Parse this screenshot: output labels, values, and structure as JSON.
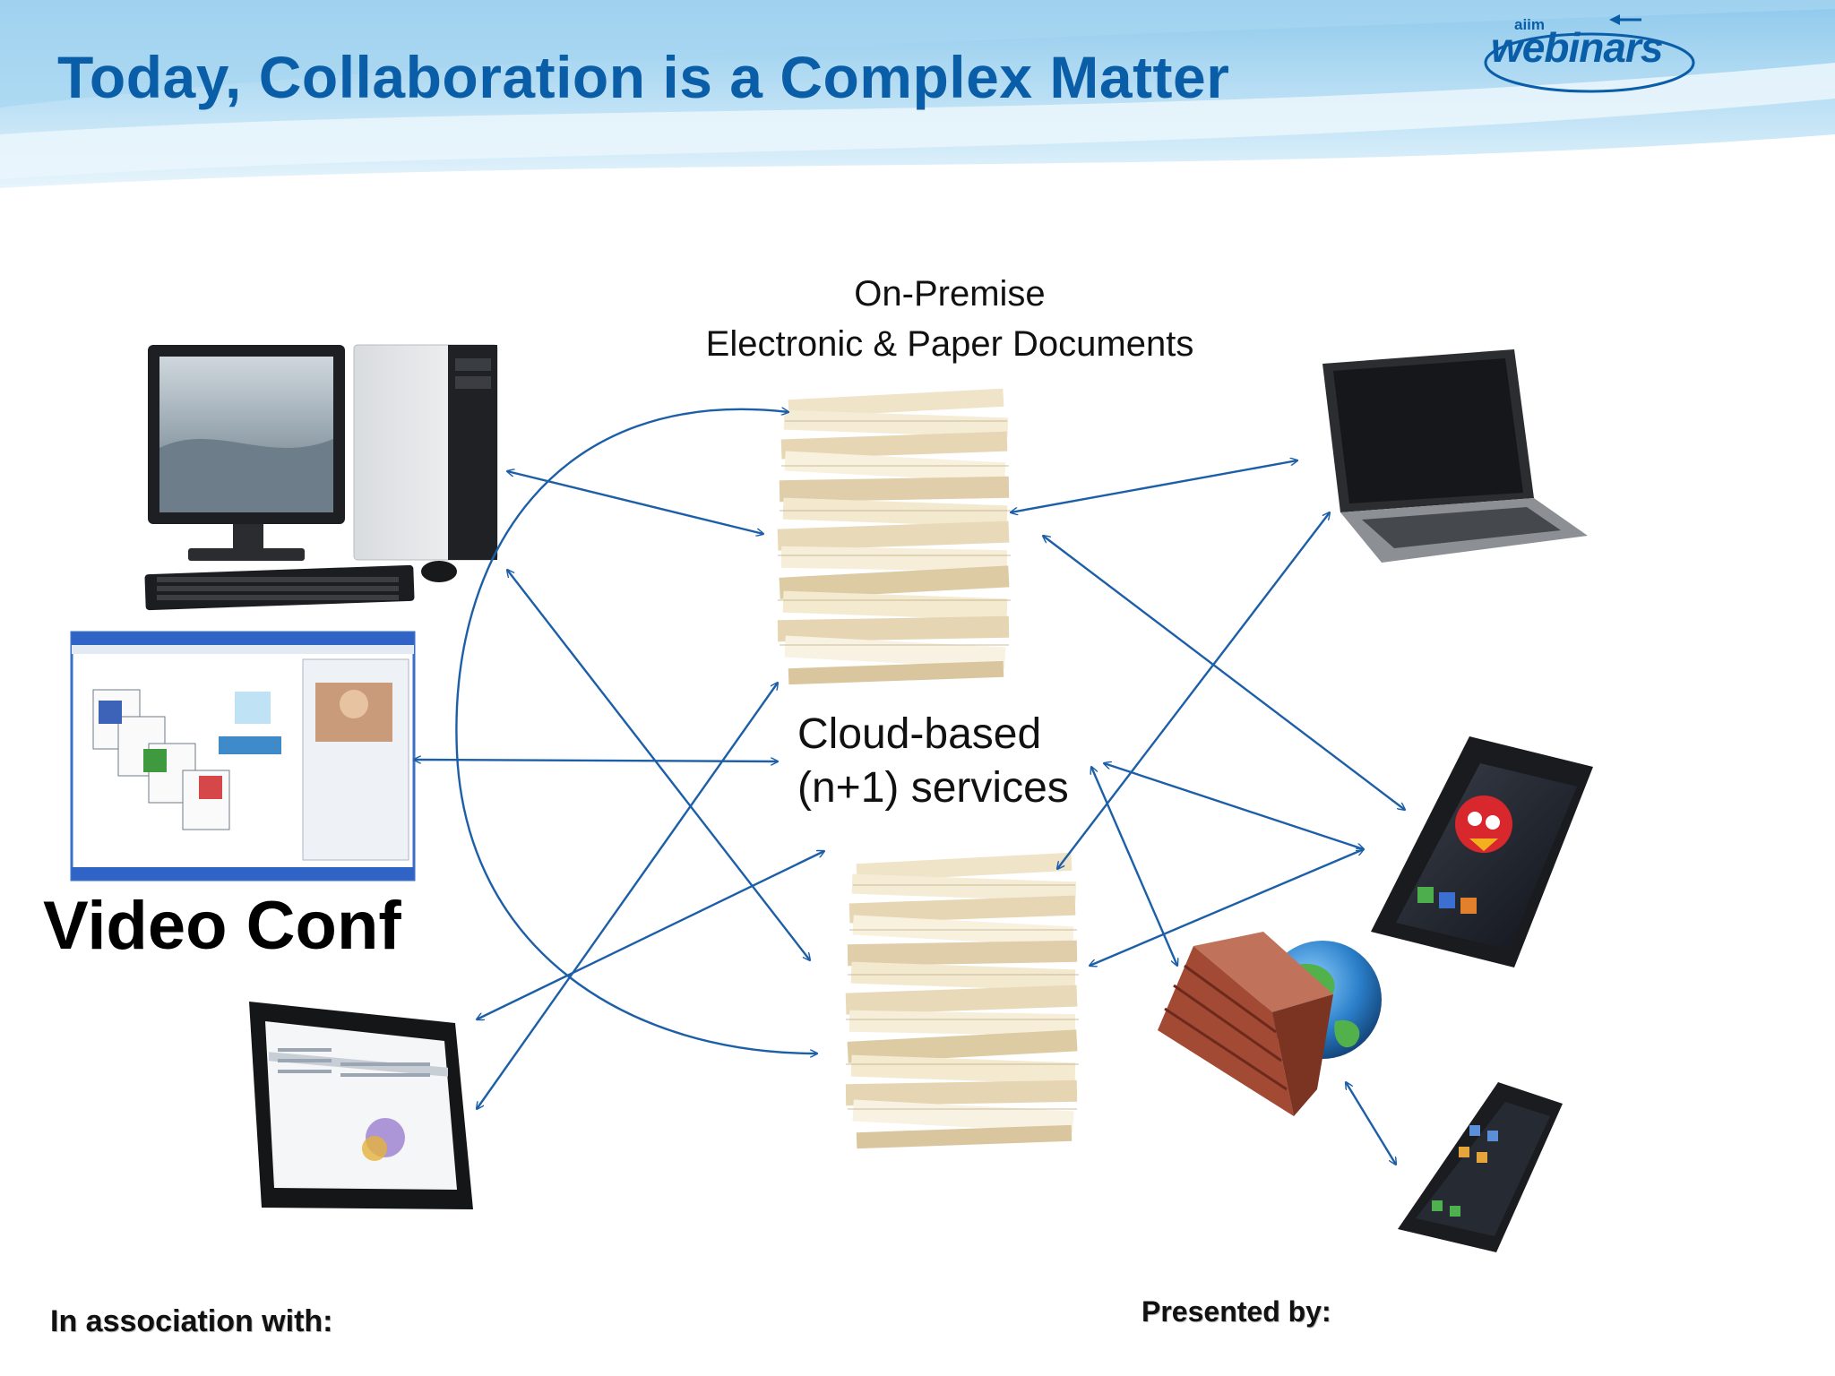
{
  "slide": {
    "title": "Today, Collaboration is a Complex Matter",
    "logo": {
      "small_text": "aiim",
      "main_text": "webinars"
    }
  },
  "diagram": {
    "labels": {
      "on_premise": [
        "On-Premise",
        "Electronic & Paper Documents"
      ],
      "cloud": [
        "Cloud-based",
        "(n+1) services"
      ],
      "video_conf": "Video Conf"
    },
    "nodes": [
      "desktop-computer-icon",
      "video-conference-screen-icon",
      "tablet-icon",
      "laptop-icon",
      "smartphone-icon",
      "smartphone-small-icon",
      "firewall-globe-icon",
      "document-stack-top-icon",
      "document-stack-bottom-icon"
    ]
  },
  "footer": {
    "association": "In association with:",
    "presented": "Presented by:"
  },
  "colors": {
    "accent": "#0a5ea8",
    "arrow": "#1c5fa8"
  }
}
